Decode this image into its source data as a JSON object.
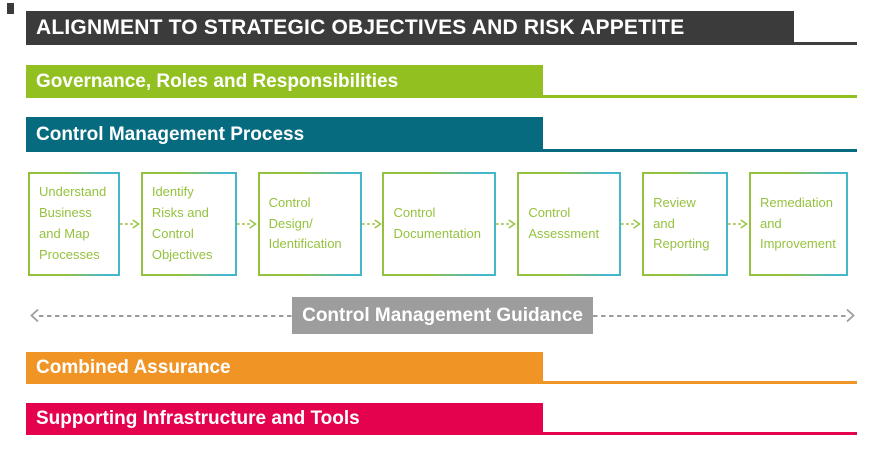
{
  "title": {
    "label": "ALIGNMENT TO STRATEGIC OBJECTIVES AND RISK APPETITE"
  },
  "bands": {
    "governance": {
      "label": "Governance, Roles and Responsibilities",
      "color": "#92C021"
    },
    "control_management": {
      "label": "Control Management Process",
      "color": "#076B80"
    },
    "combined_assurance": {
      "label": "Combined Assurance",
      "color": "#F19426"
    },
    "supporting_infrastructure": {
      "label": "Supporting Infrastructure and Tools",
      "color": "#E4024E"
    }
  },
  "process": {
    "steps": [
      {
        "label": "Understand\nBusiness\nand Map\nProcesses"
      },
      {
        "label": "Identify\nRisks and\nControl\nObjectives"
      },
      {
        "label": "Control\nDesign/\nIdentification"
      },
      {
        "label": "Control\nDocumentation"
      },
      {
        "label": "Control\nAssessment"
      },
      {
        "label": "Review\nand\nReporting"
      },
      {
        "label": "Remediation\nand\nImprovement"
      }
    ],
    "text_color": "#95C23E",
    "border_gradient_start": "#95C23E",
    "border_gradient_end": "#45B7CB",
    "arrow_icon": "dashed-arrow-right"
  },
  "guidance": {
    "label": "Control Management Guidance",
    "color": "#9D9D9D",
    "left_arrow_icon": "dashed-arrow-left",
    "right_arrow_icon": "dashed-arrow-right"
  },
  "colors": {
    "title_bar": "#3B3B3B",
    "text_on_bars": "#FFFFFF"
  }
}
